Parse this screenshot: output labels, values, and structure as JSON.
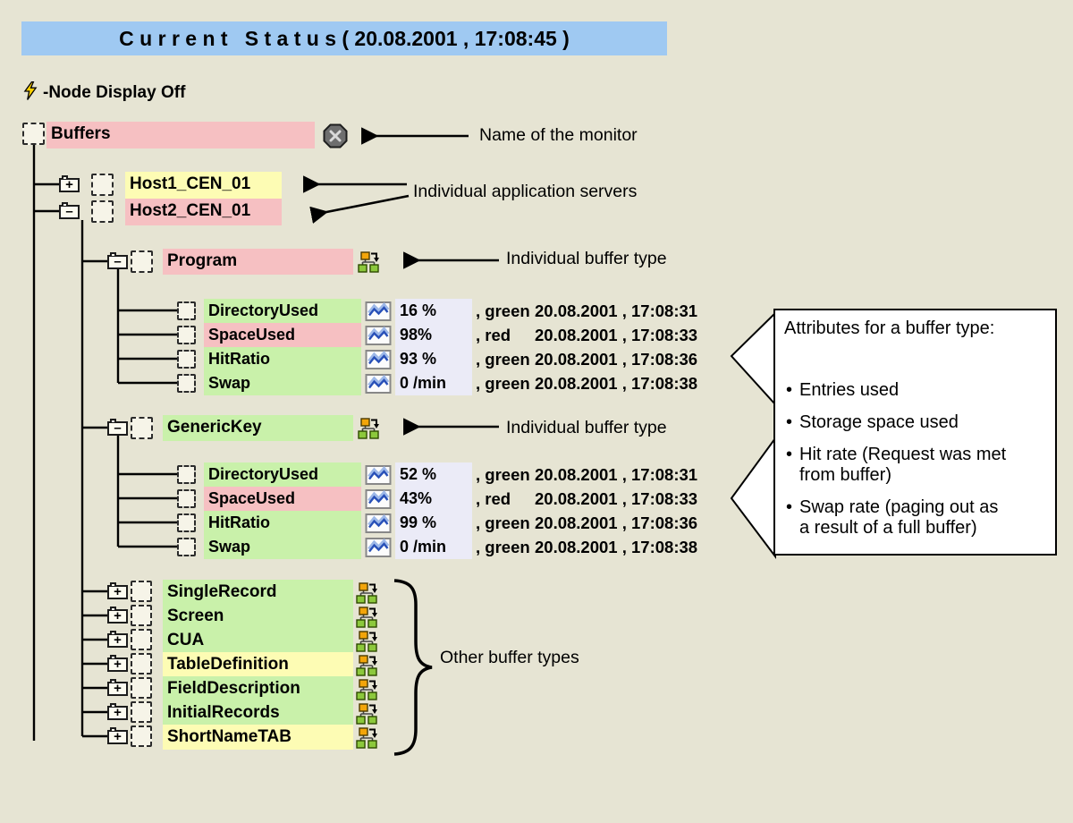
{
  "colors": {
    "background": "#e6e4d3",
    "title_bar": "#9fc9f2",
    "pink_highlight": "#f6c0c2",
    "yellow_highlight": "#fdfcb4",
    "green_highlight": "#c9f1aa",
    "value_strip": "#ebebf7",
    "callout_box": "#ffffff",
    "tree_lines": "#000000"
  },
  "title": "C u r r e n t   S t a t u s ( 20.08.2001 , 17:08:45 )",
  "node_display": {
    "label": "-Node Display Off"
  },
  "tree": {
    "root": {
      "label": "Buffers"
    },
    "hosts": [
      {
        "label": "Host1_CEN_01",
        "expander": "+"
      },
      {
        "label": "Host2_CEN_01",
        "expander": "–"
      }
    ],
    "program": {
      "label": "Program",
      "expander": "–"
    },
    "generic_key": {
      "label": "GenericKey",
      "expander": "–"
    },
    "program_attrs": [
      {
        "label": "DirectoryUsed",
        "value": "16 %",
        "status": ", green",
        "timestamp": "20.08.2001 , 17:08:31"
      },
      {
        "label": "SpaceUsed",
        "value": "98%",
        "status": ", red",
        "timestamp": "20.08.2001 , 17:08:33"
      },
      {
        "label": "HitRatio",
        "value": "93 %",
        "status": ", green",
        "timestamp": "20.08.2001 , 17:08:36"
      },
      {
        "label": "Swap",
        "value": "0 /min",
        "status": ", green",
        "timestamp": "20.08.2001 , 17:08:38"
      }
    ],
    "generic_key_attrs": [
      {
        "label": "DirectoryUsed",
        "value": "52 %",
        "status": ", green",
        "timestamp": "20.08.2001 , 17:08:31"
      },
      {
        "label": "SpaceUsed",
        "value": "43%",
        "status": ", red",
        "timestamp": "20.08.2001 , 17:08:33"
      },
      {
        "label": "HitRatio",
        "value": "99 %",
        "status": ", green",
        "timestamp": "20.08.2001 , 17:08:36"
      },
      {
        "label": "Swap",
        "value": "0 /min",
        "status": ", green",
        "timestamp": "20.08.2001 , 17:08:38"
      }
    ],
    "other_buffers": [
      {
        "label": "SingleRecord",
        "expander": "+"
      },
      {
        "label": "Screen",
        "expander": "+"
      },
      {
        "label": "CUA",
        "expander": "+"
      },
      {
        "label": "TableDefinition",
        "expander": "+"
      },
      {
        "label": "FieldDescription",
        "expander": "+"
      },
      {
        "label": "InitialRecords",
        "expander": "+"
      },
      {
        "label": "ShortNameTAB",
        "expander": "+"
      }
    ]
  },
  "annotations": {
    "monitor": "Name of the monitor",
    "app_servers": "Individual application servers",
    "buffer_type_program": "Individual buffer type",
    "buffer_type_generic": "Individual buffer type",
    "other_buffers": "Other buffer types"
  },
  "attributes_box": {
    "title": "Attributes for a buffer type:",
    "bullets": [
      "Entries used",
      "Storage space used",
      "Hit rate (Request was met from buffer)",
      "Swap rate (paging out as a result of a full buffer)"
    ]
  }
}
